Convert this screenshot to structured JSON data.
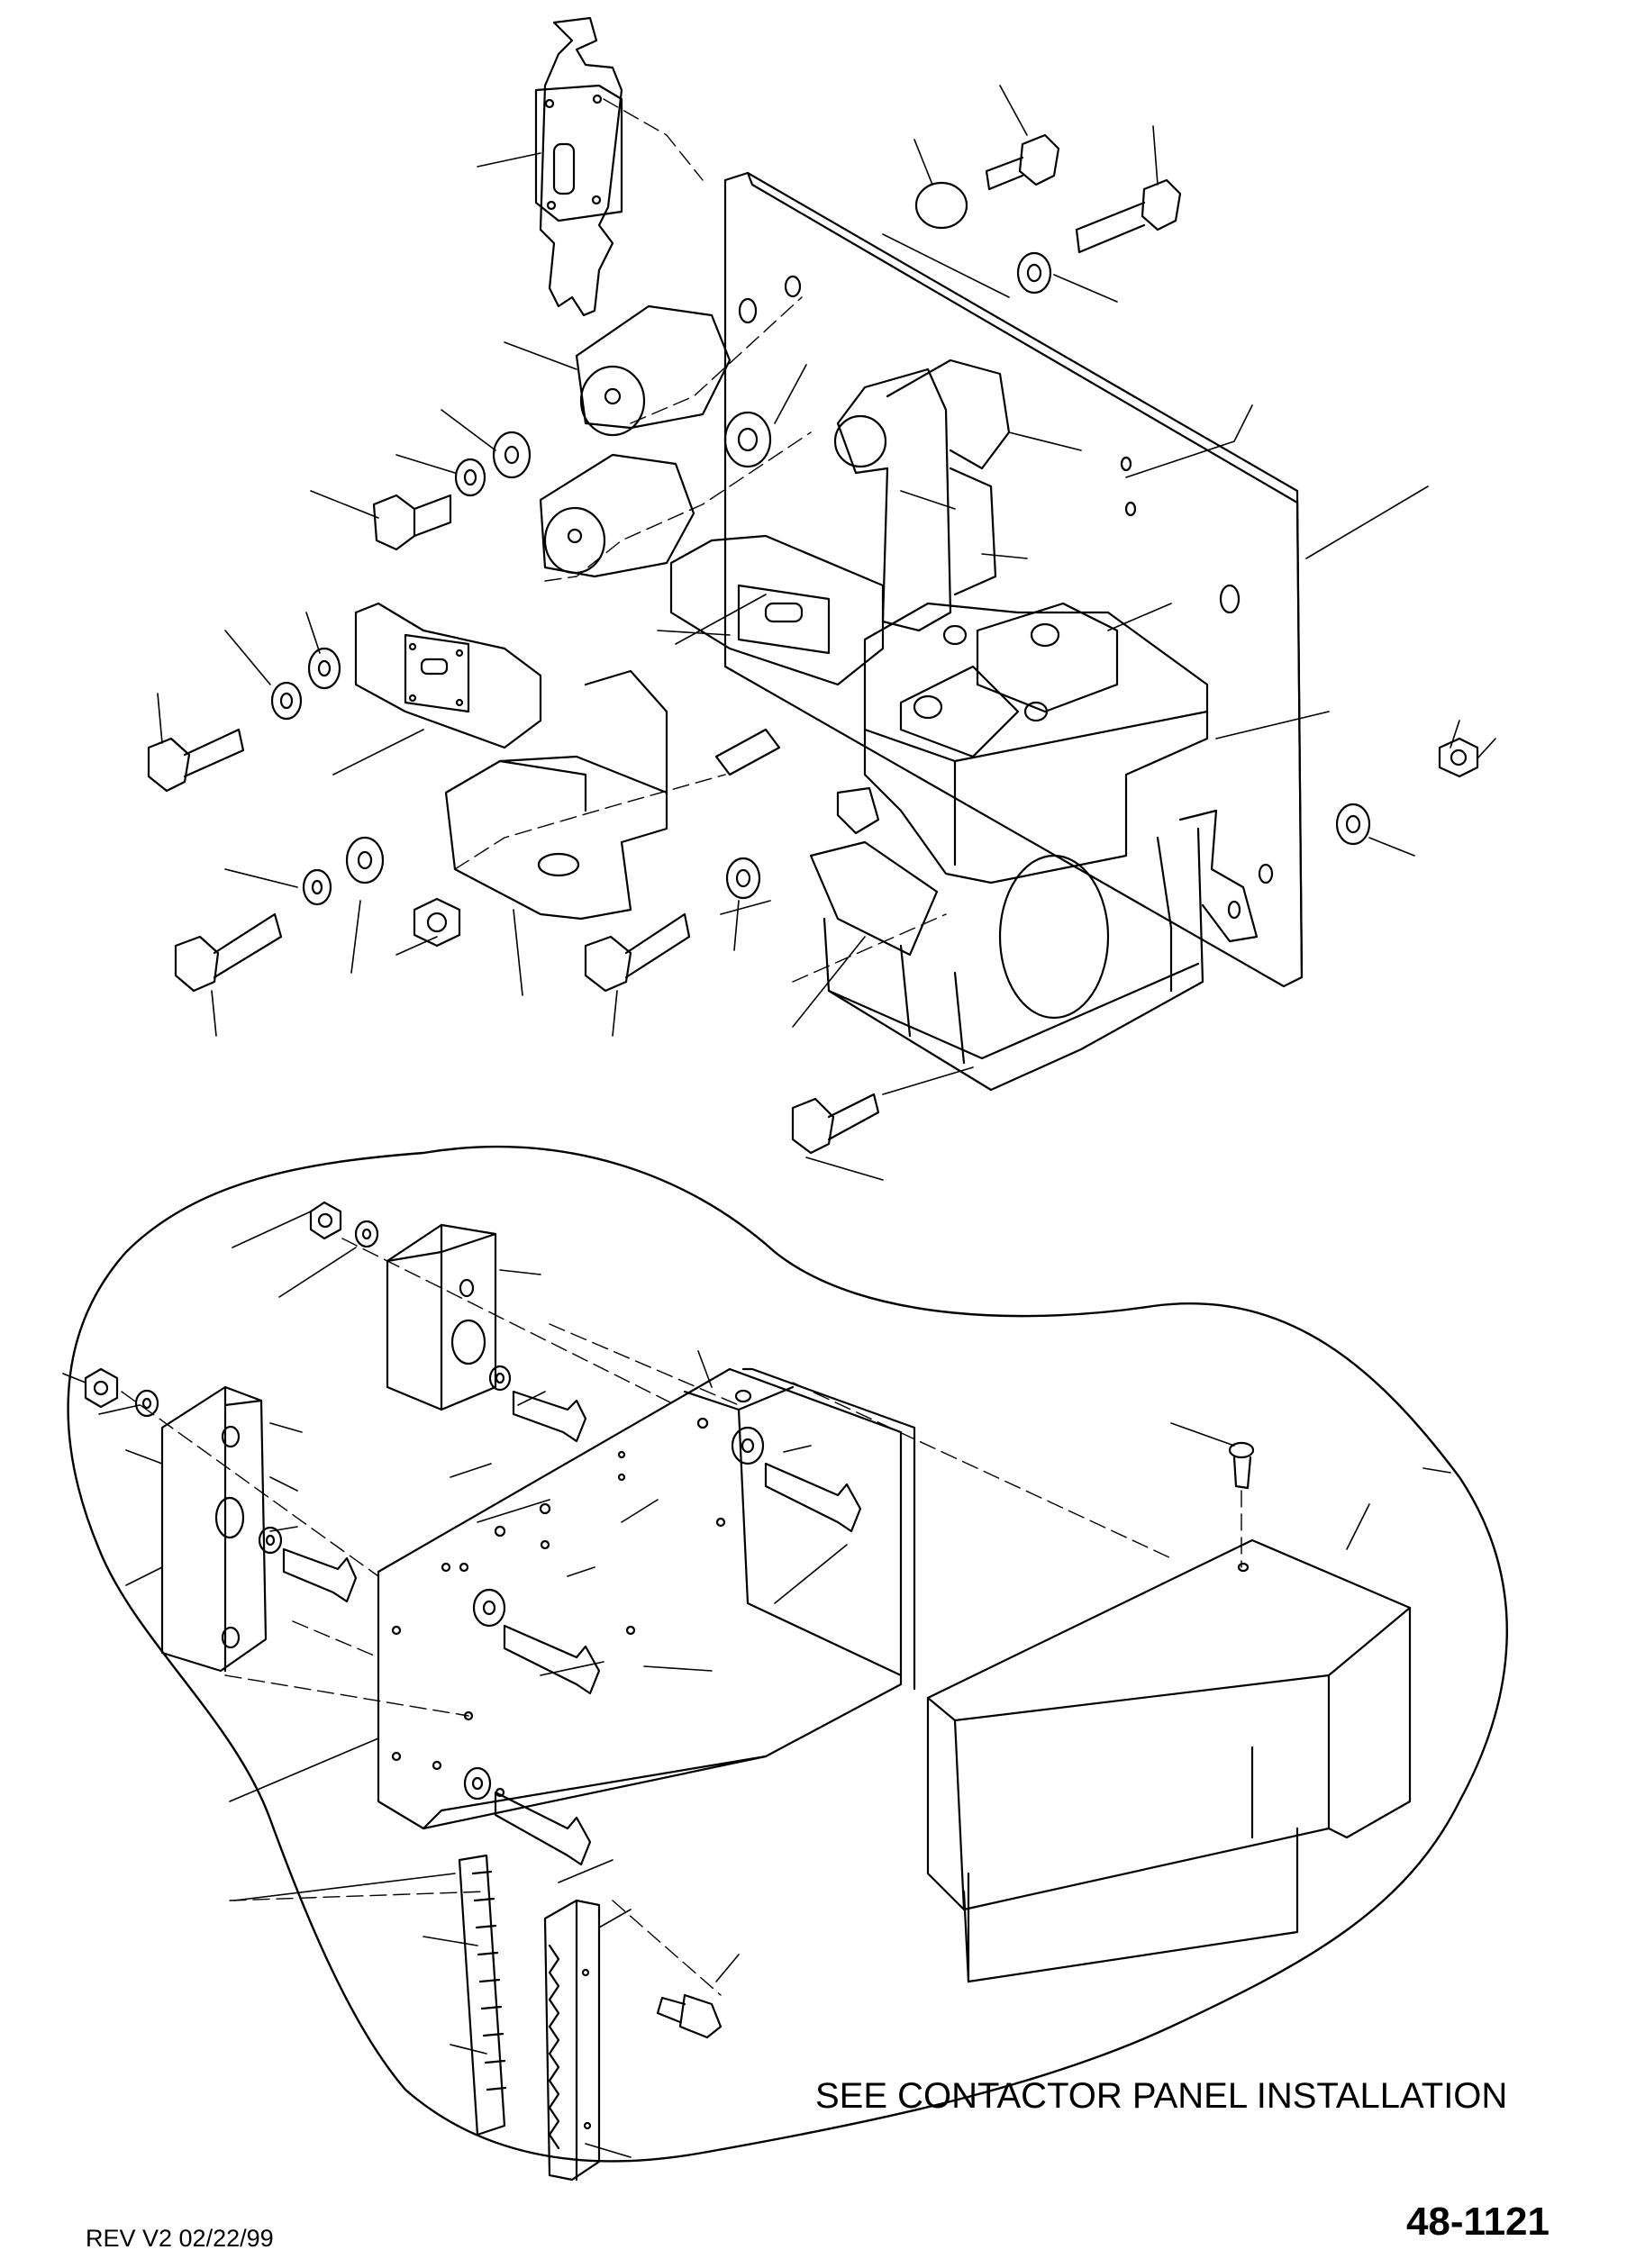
{
  "drawing": {
    "note": "SEE CONTACTOR PANEL INSTALLATION",
    "revision": "REV V2 02/22/99",
    "figure_number": "48-1121"
  },
  "colors": {
    "ink": "#000000",
    "paper": "#ffffff"
  }
}
